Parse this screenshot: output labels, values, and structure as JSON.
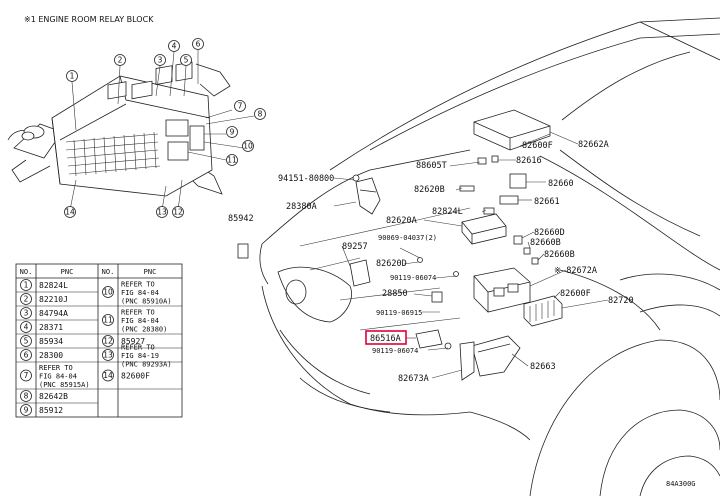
{
  "title": "※1 ENGINE ROOM RELAY BLOCK",
  "callouts": [
    "1",
    "2",
    "3",
    "4",
    "5",
    "6",
    "7",
    "8",
    "9",
    "10",
    "11",
    "12",
    "13",
    "14"
  ],
  "table": {
    "headers": [
      "NO.",
      "PNC",
      "NO.",
      "PNC"
    ],
    "rows": [
      {
        "a": "1",
        "a_pnc": [
          "82824L"
        ],
        "b": "10",
        "b_pnc": [
          "REFER TO",
          "FIG 84-04",
          "(PNC 85910A)"
        ]
      },
      {
        "a": "2",
        "a_pnc": [
          "82210J"
        ],
        "b": "",
        "b_pnc": []
      },
      {
        "a": "3",
        "a_pnc": [
          "84794A"
        ],
        "b": "11",
        "b_pnc": [
          "REFER TO",
          "FIG 84-04",
          "(PNC 28380)"
        ]
      },
      {
        "a": "4",
        "a_pnc": [
          "28371"
        ],
        "b": "",
        "b_pnc": []
      },
      {
        "a": "5",
        "a_pnc": [
          "85934"
        ],
        "b": "12",
        "b_pnc": [
          "85927"
        ]
      },
      {
        "a": "6",
        "a_pnc": [
          "28300"
        ],
        "b": "13",
        "b_pnc": [
          "REFER TO",
          "FIG 84-19",
          "(PNC 89293A)"
        ]
      },
      {
        "a": "7",
        "a_pnc": [
          "REFER TO",
          "FIG 84-04",
          "(PNC 85915A)"
        ],
        "b": "14",
        "b_pnc": [
          "82600F"
        ]
      },
      {
        "a": "8",
        "a_pnc": [
          "82642B"
        ],
        "b": "",
        "b_pnc": []
      },
      {
        "a": "9",
        "a_pnc": [
          "85912"
        ],
        "b": "",
        "b_pnc": []
      }
    ]
  },
  "part_labels": [
    "94151-80800",
    "28380A",
    "85942",
    "89257",
    "90069-04037(2)",
    "82620D",
    "90119-06074",
    "28850",
    "90119-06915",
    "86516A",
    "90119-06074",
    "82673A",
    "88605T",
    "82620B",
    "82620A",
    "82824L",
    "82600F",
    "82616",
    "82662A",
    "82660",
    "82661",
    "82660D",
    "82660B",
    "82660B",
    "※ 82672A",
    "82600F",
    "82720",
    "82663"
  ],
  "highlight_label": "86516A",
  "highlight_color": "#e0003a",
  "figure_code": "84A300G"
}
